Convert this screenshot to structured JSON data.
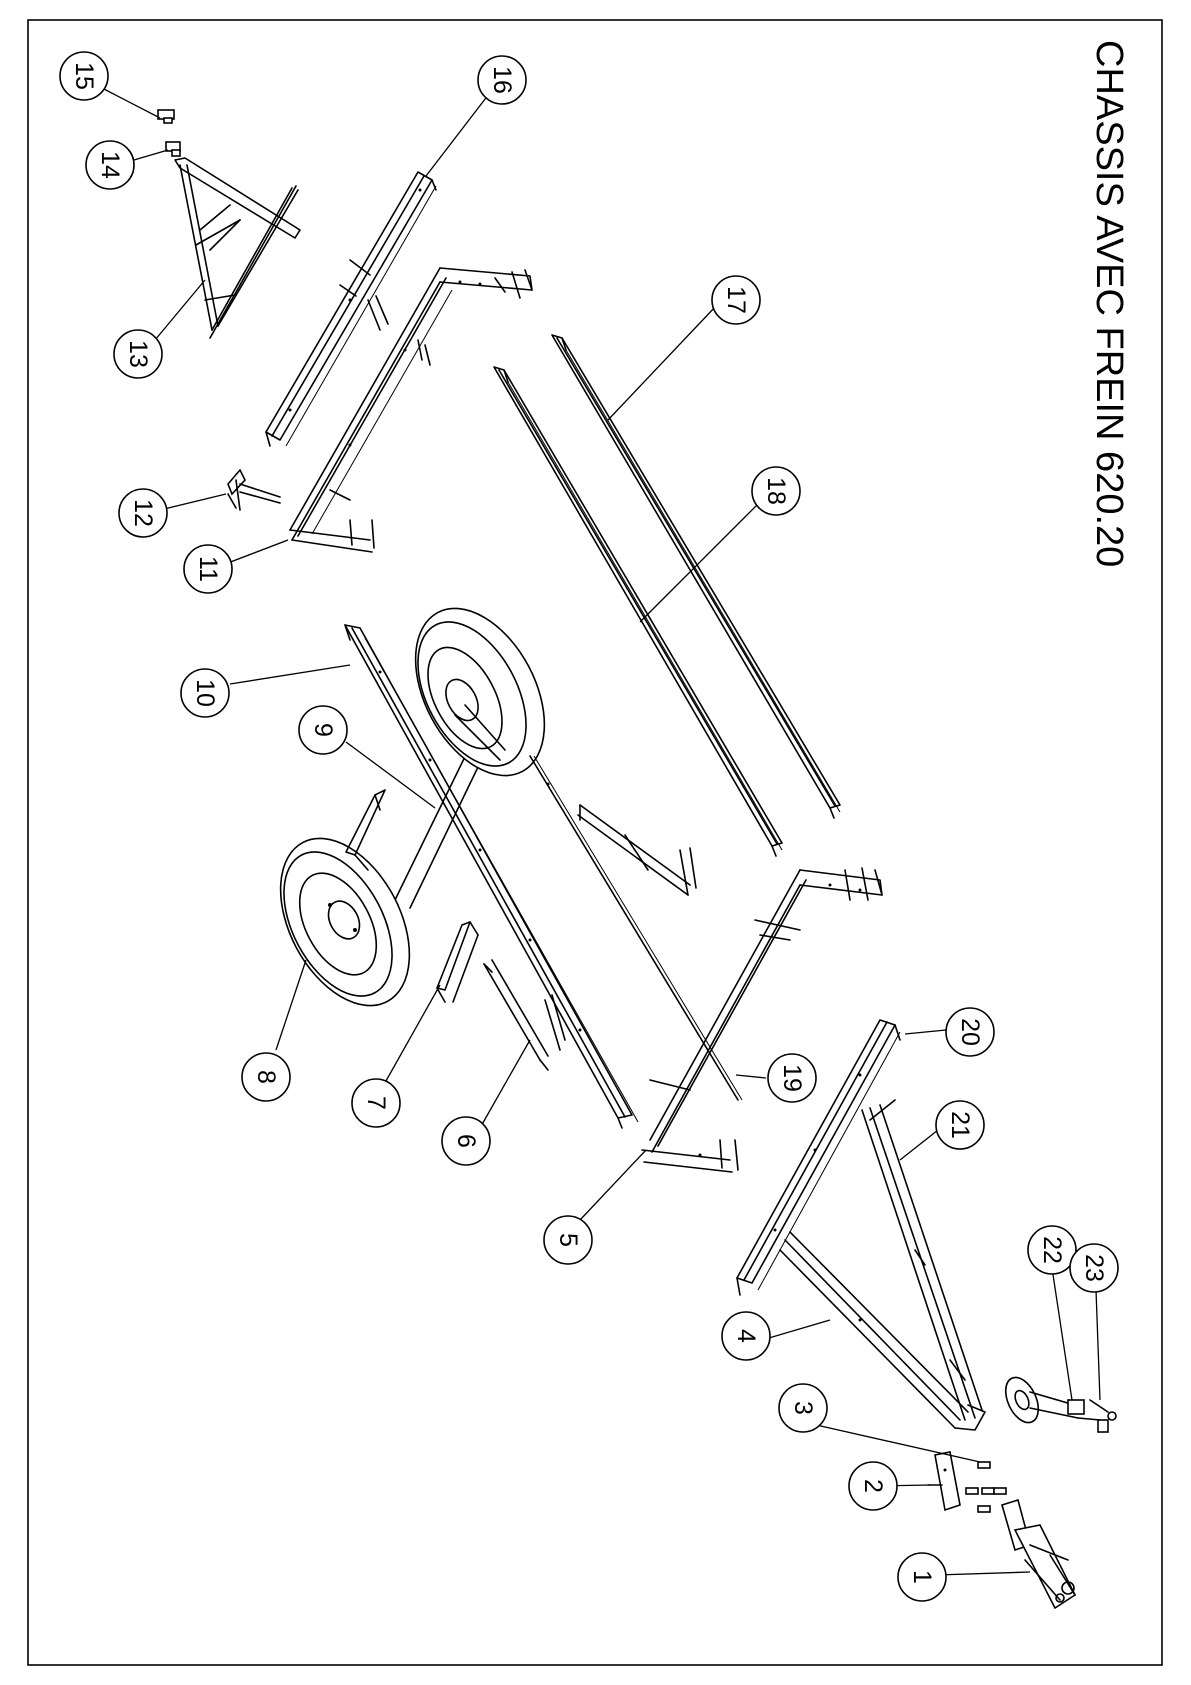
{
  "title": "CHASSIS AVEC FREIN 620.20",
  "balloons": [
    {
      "num": "1"
    },
    {
      "num": "2"
    },
    {
      "num": "3"
    },
    {
      "num": "4"
    },
    {
      "num": "5"
    },
    {
      "num": "6"
    },
    {
      "num": "7"
    },
    {
      "num": "8"
    },
    {
      "num": "9"
    },
    {
      "num": "10"
    },
    {
      "num": "11"
    },
    {
      "num": "12"
    },
    {
      "num": "13"
    },
    {
      "num": "14"
    },
    {
      "num": "15"
    },
    {
      "num": "16"
    },
    {
      "num": "17"
    },
    {
      "num": "18"
    },
    {
      "num": "19"
    },
    {
      "num": "20"
    },
    {
      "num": "21"
    },
    {
      "num": "22"
    },
    {
      "num": "23"
    }
  ]
}
